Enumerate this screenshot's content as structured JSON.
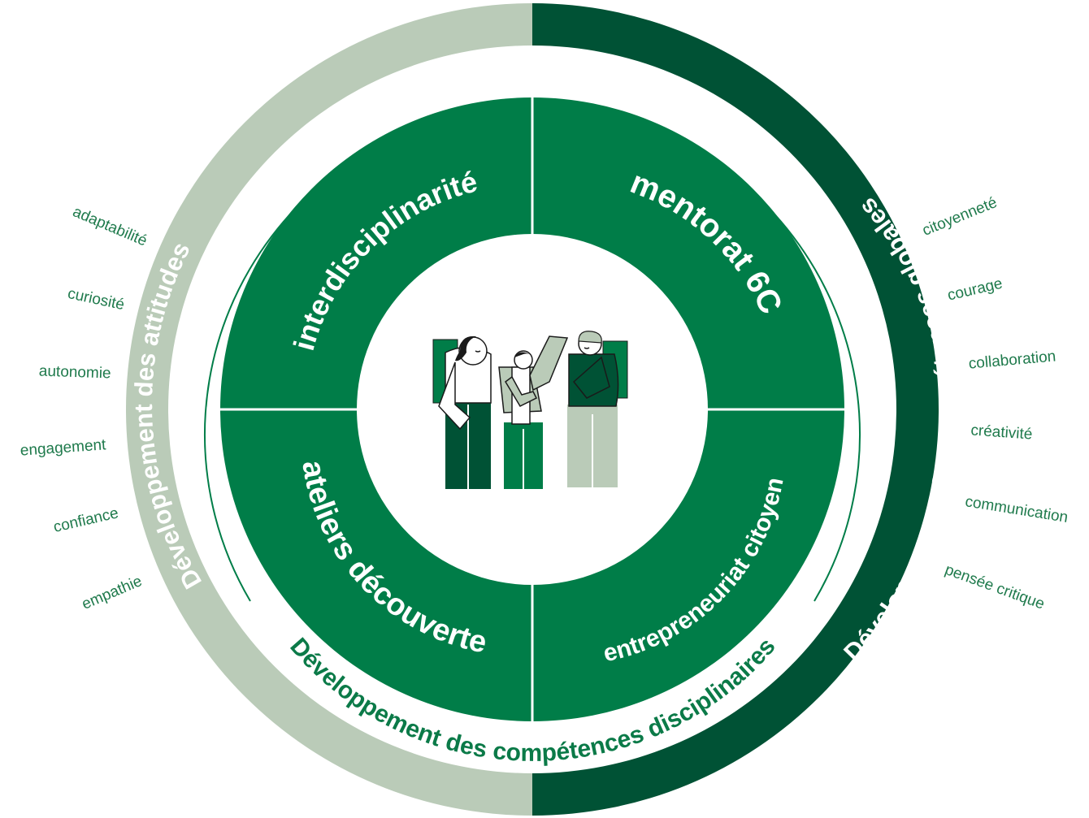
{
  "colors": {
    "light_ring": "#bacbb8",
    "dark_ring": "#005235",
    "quadrant": "#007d48",
    "inner_text": "#0b7a48",
    "side_text": "#1f7a4c"
  },
  "outer_ring": {
    "left_label": "Développement des attitudes",
    "right_label": "Développement des compétences globales"
  },
  "inner_arc_label": "Développement des compétences disciplinaires",
  "quadrants": {
    "top_left": "interdisciplinarité",
    "top_right": "mentorat 6C",
    "bottom_left": "ateliers découverte",
    "bottom_right": "entrepreneuriat citoyen"
  },
  "attitudes": [
    "adaptabilité",
    "curiosité",
    "autonomie",
    "engagement",
    "confiance",
    "empathie"
  ],
  "global_skills": [
    "citoyenneté",
    "courage",
    "collaboration",
    "créativité",
    "communication",
    "pensée critique"
  ],
  "center_icon": "three-people-with-backpacks-illustration"
}
